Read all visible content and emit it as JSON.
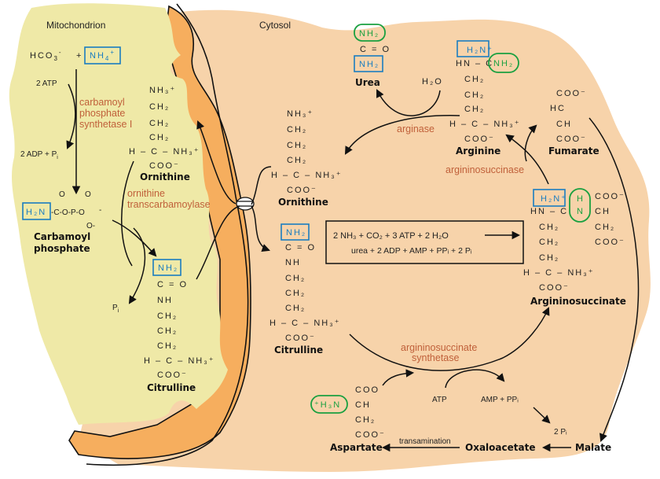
{
  "title": "Urea cycle",
  "regions": {
    "mitochondrion": "Mitochondrion",
    "cytosol": "Cytosol"
  },
  "colors": {
    "mitochondrion_fill": "#efe9a7",
    "membrane_fill": "#f6ae5e",
    "cytosol_fill": "#f7d3aa",
    "enzyme_text": "#c0603a",
    "blue_nitrogen": "#1a7dc0",
    "green_nitrogen": "#1aa040"
  },
  "mito": {
    "hco3": "HCO",
    "hco3_sub": "3",
    "hco3_sup": "-",
    "plus": "+",
    "nh4": "NH",
    "nh4_sub": "4",
    "nh4_sup": "+",
    "atp_in": "2 ATP",
    "adp_out": "2 ADP + P",
    "adp_out_sub": "i",
    "cps_enzyme": [
      "carbamoyl",
      "phosphate",
      "synthetase I"
    ],
    "carbamoyl_phosphate": {
      "h2n": "H₂N",
      "chain": "-C-O-P-O",
      "name": [
        "Carbamoyl",
        "phosphate"
      ]
    },
    "otc_enzyme": [
      "ornithine",
      "transcarbamoylase"
    ],
    "pi_out": "P",
    "pi_sub": "i",
    "ornithine": {
      "lines": [
        "NH₃⁺",
        "CH₂",
        "CH₂",
        "CH₂",
        "H – C – NH₃⁺",
        "COO⁻"
      ],
      "name": "Ornithine"
    },
    "citrulline": {
      "nh2": "NH₂",
      "lines": [
        "C = O",
        "NH",
        "CH₂",
        "CH₂",
        "CH₂",
        "H – C – NH₃⁺",
        "COO⁻"
      ],
      "name": "Citrulline"
    }
  },
  "cytosol": {
    "ornithine": {
      "lines": [
        "NH₃⁺",
        "CH₂",
        "CH₂",
        "CH₂",
        "H – C – NH₃⁺",
        "COO⁻"
      ],
      "name": "Ornithine"
    },
    "citrulline": {
      "nh2": "NH₂",
      "lines": [
        "C = O",
        "NH",
        "CH₂",
        "CH₂",
        "CH₂",
        "H – C – NH₃⁺",
        "COO⁻"
      ],
      "name": "Citrulline"
    },
    "urea": {
      "top_nh2": "NH₂",
      "co": "C = O",
      "bottom_nh2": "NH₂",
      "name": "Urea"
    },
    "water": "H₂O",
    "arginase": "arginase",
    "arginine": {
      "h2n": "H₂N⁺",
      "hn_c": "HN – C",
      "nh2": "NH₂",
      "lines": [
        "CH₂",
        "CH₂",
        "CH₂",
        "H – C – NH₃⁺",
        "COO⁻"
      ],
      "name": "Arginine"
    },
    "fumarate": {
      "lines": [
        "COO⁻",
        "HC",
        "CH",
        "COO⁻"
      ],
      "name": "Fumarate"
    },
    "argininosuccinase": "argininosuccinase",
    "argininosuccinate": {
      "h2n": "H₂N⁺",
      "hn_c": "HN – C",
      "hn": [
        "H",
        "N"
      ],
      "right": [
        "COO⁻",
        "CH",
        "CH₂",
        "COO⁻"
      ],
      "lines": [
        "CH₂",
        "CH₂",
        "CH₂",
        "H – C – NH₃⁺",
        "COO⁻"
      ],
      "name": "Argininosuccinate"
    },
    "summary": {
      "line1": "2 NH₃ + CO₂ + 3 ATP + 2 H₂O",
      "line2": "urea + 2 ADP + AMP + PPᵢ + 2 Pᵢ"
    },
    "ass_enzyme": [
      "argininosuccinate",
      "synthetase"
    ],
    "atp": "ATP",
    "amp_ppi": "AMP + PPᵢ",
    "two_pi": "2 Pᵢ",
    "aspartate": {
      "h3n": "⁺H₃N",
      "lines": [
        "COO",
        "CH",
        "CH₂",
        "COO⁻"
      ],
      "name": "Aspartate"
    },
    "transamination": "transamination",
    "oxaloacetate": "Oxaloacetate",
    "malate": "Malate"
  }
}
